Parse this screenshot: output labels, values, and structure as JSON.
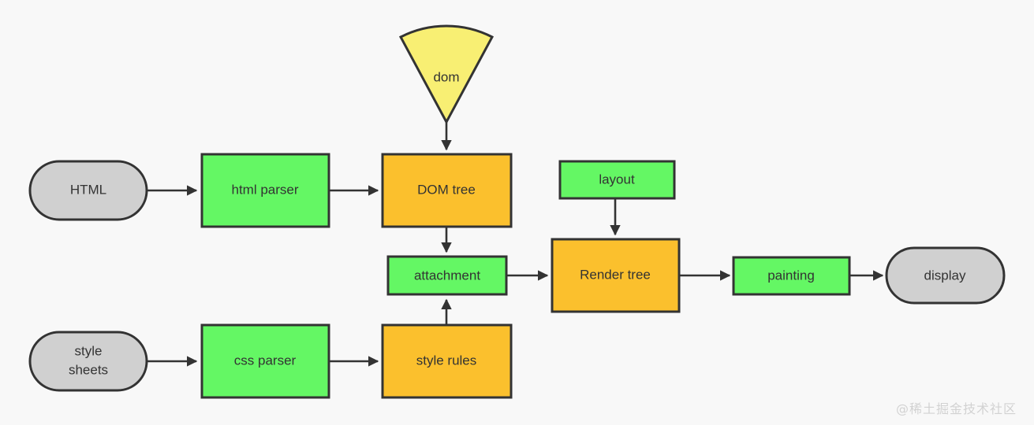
{
  "diagram": {
    "title": "Browser rendering pipeline flowchart",
    "background_color": "#f8f8f8",
    "colors": {
      "green": "#64f764",
      "orange": "#fbc02d",
      "gray": "#d0d0d0",
      "yellow": "#f8ef73",
      "stroke": "#333333",
      "label": "#333333",
      "watermark": "#d2d2d2"
    },
    "nodes": [
      {
        "id": "dom",
        "label": "dom",
        "shape": "wedge",
        "color": "#f8ef73"
      },
      {
        "id": "html",
        "label": "HTML",
        "shape": "stadium",
        "color": "#d0d0d0"
      },
      {
        "id": "htmlparser",
        "label": "html parser",
        "shape": "rect",
        "color": "#64f764"
      },
      {
        "id": "domtree",
        "label": "DOM tree",
        "shape": "rect",
        "color": "#fbc02d"
      },
      {
        "id": "layout",
        "label": "layout",
        "shape": "rect",
        "color": "#64f764"
      },
      {
        "id": "attachment",
        "label": "attachment",
        "shape": "rect",
        "color": "#64f764"
      },
      {
        "id": "rendertree",
        "label": "Render tree",
        "shape": "rect",
        "color": "#fbc02d"
      },
      {
        "id": "painting",
        "label": "painting",
        "shape": "rect",
        "color": "#64f764"
      },
      {
        "id": "display",
        "label": "display",
        "shape": "stadium",
        "color": "#d0d0d0"
      },
      {
        "id": "stylesheets",
        "label": "style sheets",
        "label_line1": "style",
        "label_line2": "sheets",
        "shape": "stadium",
        "color": "#d0d0d0"
      },
      {
        "id": "cssparser",
        "label": "css parser",
        "shape": "rect",
        "color": "#64f764"
      },
      {
        "id": "stylerules",
        "label": "style rules",
        "shape": "rect",
        "color": "#fbc02d"
      }
    ],
    "edges": [
      {
        "from": "html",
        "to": "htmlparser",
        "direction": "right"
      },
      {
        "from": "htmlparser",
        "to": "domtree",
        "direction": "right"
      },
      {
        "from": "dom",
        "to": "domtree",
        "direction": "down"
      },
      {
        "from": "domtree",
        "to": "attachment",
        "direction": "down"
      },
      {
        "from": "stylerules",
        "to": "attachment",
        "direction": "up"
      },
      {
        "from": "attachment",
        "to": "rendertree",
        "direction": "right"
      },
      {
        "from": "layout",
        "to": "rendertree",
        "direction": "down"
      },
      {
        "from": "rendertree",
        "to": "painting",
        "direction": "right"
      },
      {
        "from": "painting",
        "to": "display",
        "direction": "right"
      },
      {
        "from": "stylesheets",
        "to": "cssparser",
        "direction": "right"
      },
      {
        "from": "cssparser",
        "to": "stylerules",
        "direction": "right"
      }
    ]
  },
  "watermark": {
    "text": "@稀土掘金技术社区"
  }
}
